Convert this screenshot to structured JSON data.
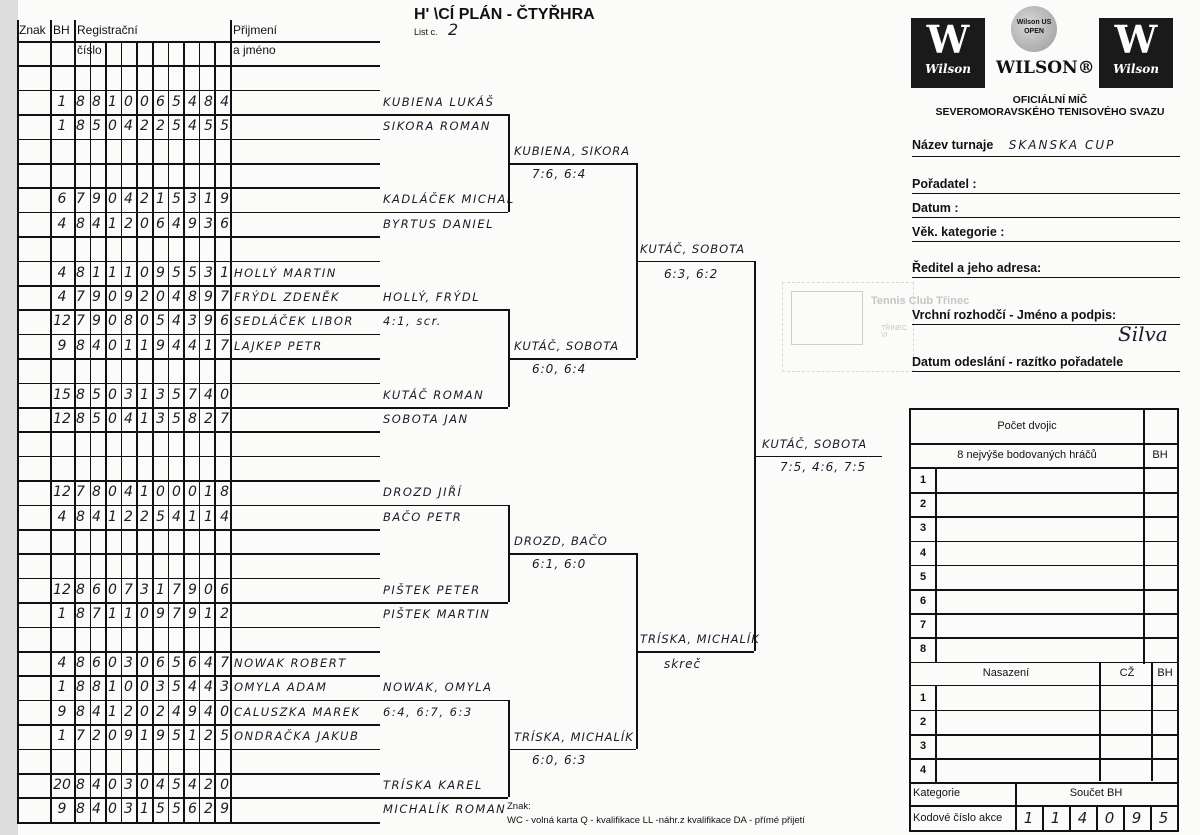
{
  "header": {
    "title": "H' \\CÍ PLÁN - ČTYŘHRA",
    "list_label": "List c.",
    "list_number": "2"
  },
  "table": {
    "col_znak": "Znak",
    "col_bh": "BH",
    "col_reg": "Registrační číslo",
    "col_name": "Přijmení a jméno",
    "rows": [
      {
        "bh": "",
        "reg": "",
        "name": "",
        "side": ""
      },
      {
        "bh": "",
        "reg": "",
        "name": "",
        "side": ""
      },
      {
        "bh": "1",
        "reg": "8810065484",
        "name": "",
        "side": "KUBIENA LUKÁŠ"
      },
      {
        "bh": "1",
        "reg": "8504225455",
        "name": "",
        "side": "SIKORA ROMAN"
      },
      {
        "bh": "",
        "reg": "",
        "name": "",
        "side": ""
      },
      {
        "bh": "",
        "reg": "",
        "name": "",
        "side": ""
      },
      {
        "bh": "6",
        "reg": "7904215319",
        "name": "",
        "side": "KADLÁČEK MICHAL"
      },
      {
        "bh": "4",
        "reg": "8412064936",
        "name": "",
        "side": "BYRTUS DANIEL"
      },
      {
        "bh": "",
        "reg": "",
        "name": "",
        "side": ""
      },
      {
        "bh": "4",
        "reg": "8111095531",
        "name": "HOLLÝ MARTIN",
        "side": ""
      },
      {
        "bh": "4",
        "reg": "7909204897",
        "name": "FRÝDL ZDENĚK",
        "side": "HOLLÝ, FRÝDL"
      },
      {
        "bh": "12",
        "reg": "7908054396",
        "name": "SEDLÁČEK LIBOR",
        "side": "4:1, scr."
      },
      {
        "bh": "9",
        "reg": "8401194417",
        "name": "LAJKEP PETR",
        "side": ""
      },
      {
        "bh": "",
        "reg": "",
        "name": "",
        "side": ""
      },
      {
        "bh": "15",
        "reg": "8503135740",
        "name": "",
        "side": "KUTÁČ ROMAN"
      },
      {
        "bh": "12",
        "reg": "8504135827",
        "name": "",
        "side": "SOBOTA JAN"
      },
      {
        "bh": "",
        "reg": "",
        "name": "",
        "side": ""
      },
      {
        "bh": "",
        "reg": "",
        "name": "",
        "side": ""
      },
      {
        "bh": "12",
        "reg": "7804100018",
        "name": "",
        "side": "DROZD JIŘÍ"
      },
      {
        "bh": "4",
        "reg": "8412254114",
        "name": "",
        "side": "BAČO PETR"
      },
      {
        "bh": "",
        "reg": "",
        "name": "",
        "side": ""
      },
      {
        "bh": "",
        "reg": "",
        "name": "",
        "side": ""
      },
      {
        "bh": "12",
        "reg": "8607317906",
        "name": "",
        "side": "PIŠTEK PETER"
      },
      {
        "bh": "1",
        "reg": "8711097912",
        "name": "",
        "side": "PIŠTEK MARTIN"
      },
      {
        "bh": "",
        "reg": "",
        "name": "",
        "side": ""
      },
      {
        "bh": "4",
        "reg": "8603065647",
        "name": "NOWAK ROBERT",
        "side": ""
      },
      {
        "bh": "1",
        "reg": "8810035443",
        "name": "OMYLA ADAM",
        "side": "NOWAK, OMYLA"
      },
      {
        "bh": "9",
        "reg": "8412024940",
        "name": "CALUSZKA MAREK",
        "side": "6:4, 6:7, 6:3"
      },
      {
        "bh": "1",
        "reg": "7209195125",
        "name": "ONDRAČKA JAKUB",
        "side": ""
      },
      {
        "bh": "",
        "reg": "",
        "name": "",
        "side": ""
      },
      {
        "bh": "20",
        "reg": "8403045420",
        "name": "",
        "side": "TRÍSKA KAREL"
      },
      {
        "bh": "9",
        "reg": "8403155629",
        "name": "",
        "side": "MICHALÍK ROMAN"
      }
    ]
  },
  "bracket": {
    "r2": [
      {
        "winner": "KUBIENA, SIKORA",
        "score": "7:6, 6:4"
      },
      {
        "winner": "KUTÁČ, SOBOTA",
        "score": "6:0, 6:4"
      },
      {
        "winner": "DROZD, BAČO",
        "score": "6:1, 6:0"
      },
      {
        "winner": "TRÍSKA, MICHALÍK",
        "score": "6:0, 6:3"
      }
    ],
    "r3": [
      {
        "winner": "KUTÁČ, SOBOTA",
        "score": "6:3, 6:2"
      },
      {
        "winner": "TRÍSKA, MICHALÍK",
        "score": "skreč"
      }
    ],
    "final": {
      "winner": "KUTÁČ, SOBOTA",
      "score": "7:5, 4:6, 7:5"
    }
  },
  "legend": {
    "title": "Znak:",
    "text": "WC - volná karta Q - kvalifikace LL -náhr.z kvalifikace DA - přímé přijetí"
  },
  "sponsor": {
    "logo_text": "Wilson",
    "ball_text": "Wilson US OPEN",
    "brand": "WILSON®",
    "line1": "OFICIÁLNÍ MÍČ",
    "line2": "SEVEROMORAVSKÉHO TENISOVÉHO SVAZU"
  },
  "info": {
    "tournament_label": "Název turnaje",
    "tournament_value": "SKANSKA CUP",
    "organizer_label": "Pořadatel :",
    "date_label": "Datum :",
    "age_label": "Věk. kategorie :",
    "director_label": "Ředitel a jeho adresa:",
    "referee_label": "Vrchní rozhodčí - Jméno a podpis:",
    "referee_signature": "Silva",
    "sent_label": "Datum odeslání - razítko pořadatele",
    "stamp_text": "Tennis Club Třinec",
    "stamp_sub": "TŘINEC VI"
  },
  "summary": {
    "pairs_label": "Počet dvojic",
    "top8_label": "8 nejvýše bodovaných hráčů",
    "bh_label": "BH",
    "top8_rows": [
      "1",
      "2",
      "3",
      "4",
      "5",
      "6",
      "7",
      "8"
    ],
    "seeding_label": "Nasazení",
    "cz_label": "CŽ",
    "seeding_rows": [
      "1",
      "2",
      "3",
      "4"
    ],
    "category_label": "Kategorie",
    "sum_bh_label": "Součet BH",
    "code_label": "Kodové číslo akce",
    "code_digits": [
      "1",
      "1",
      "4",
      "0",
      "9",
      "5"
    ]
  },
  "colors": {
    "ink": "#111111",
    "handwriting": "#1a1a2a",
    "paper": "#fbfbfa"
  }
}
